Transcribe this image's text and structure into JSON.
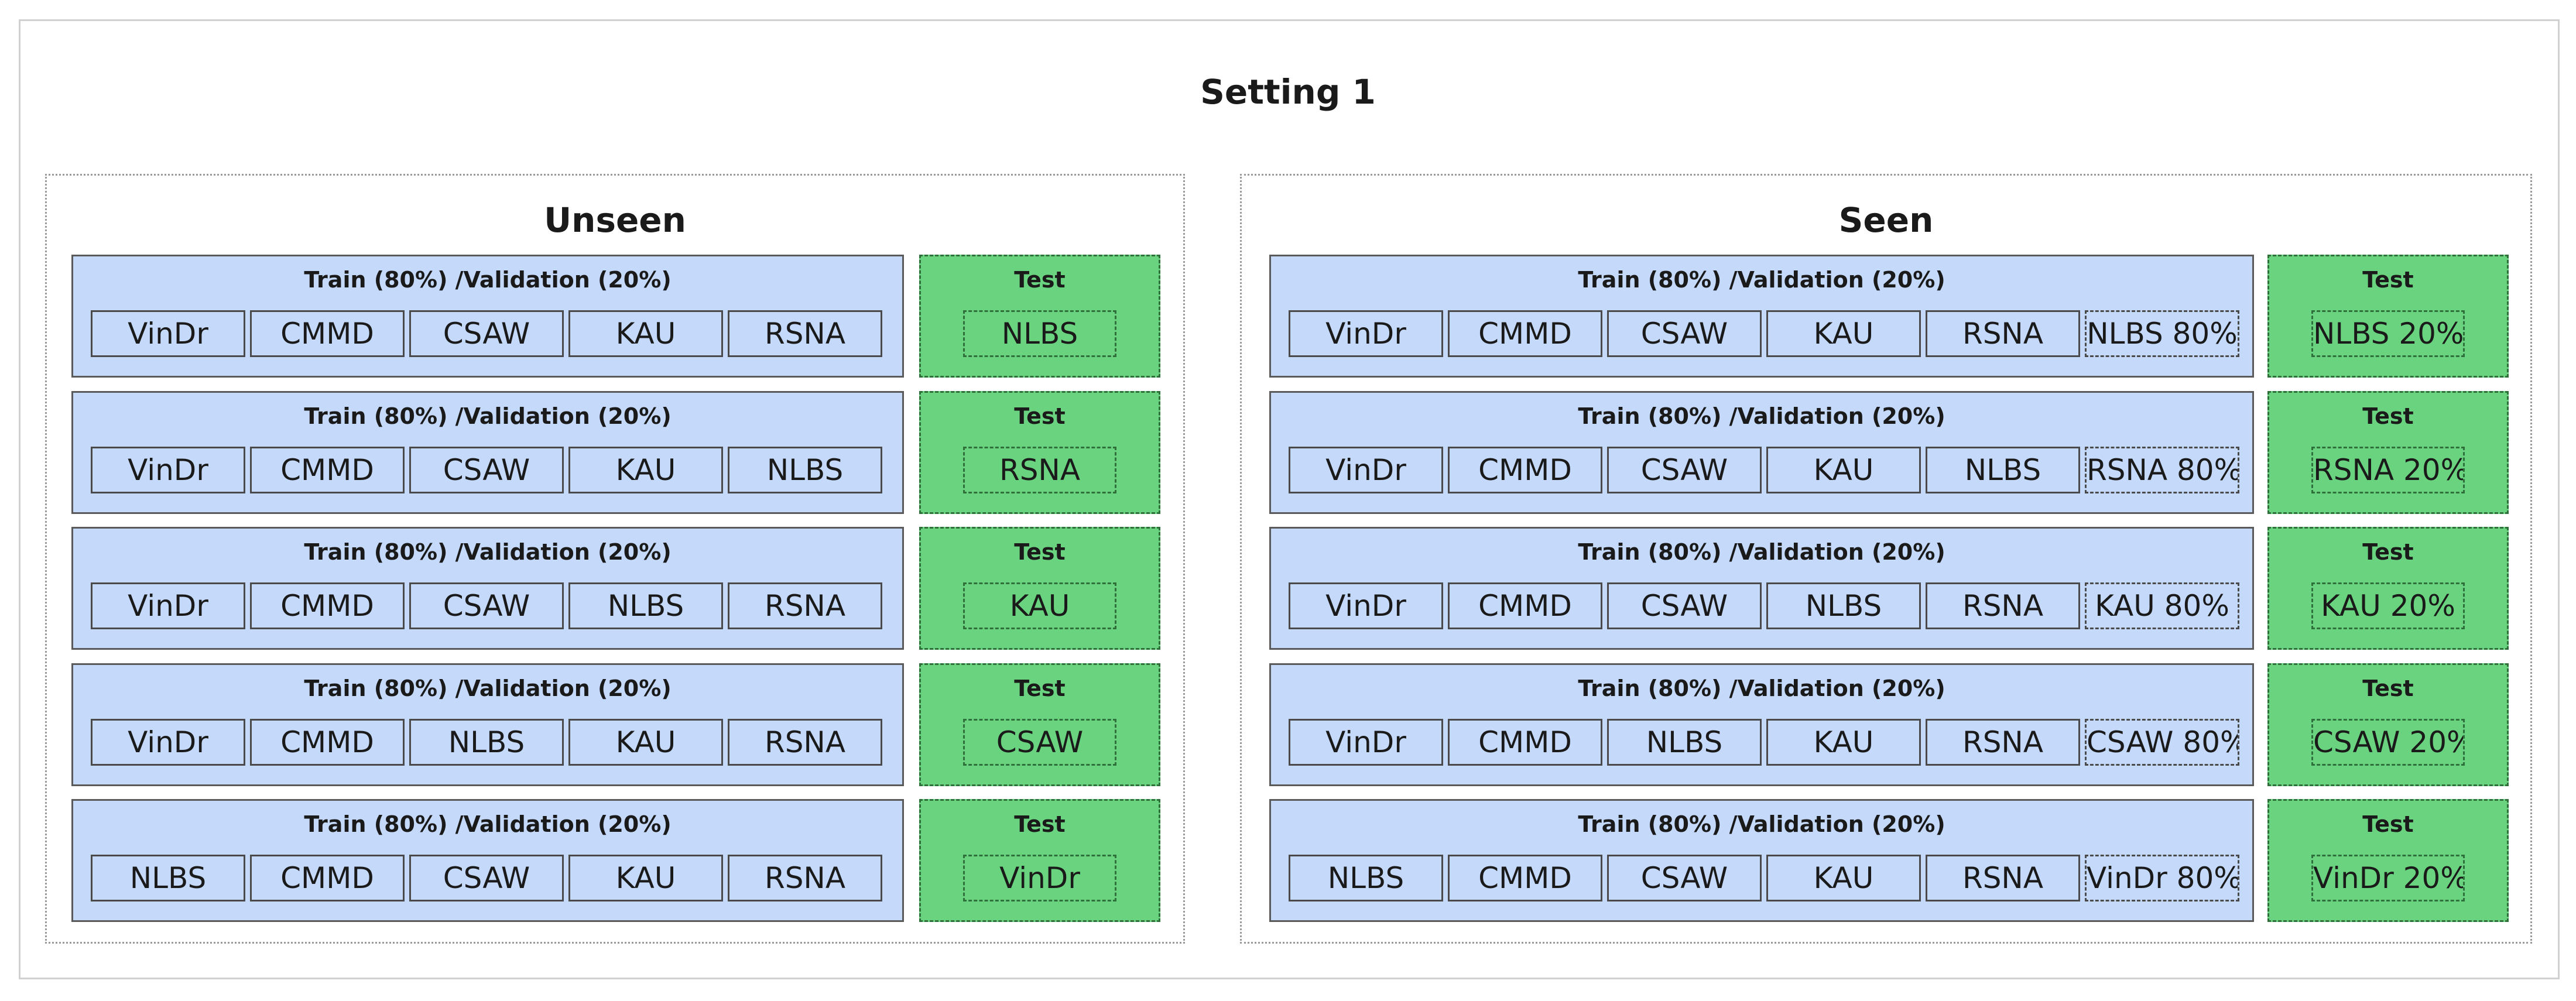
{
  "title": "Setting 1",
  "panels": [
    {
      "title": "Unseen",
      "rows": [
        {
          "train_label": "Train (80%) /Validation (20%)",
          "train": [
            "VinDr",
            "CMMD",
            "CSAW",
            "KAU",
            "RSNA"
          ],
          "test_label": "Test",
          "test": "NLBS"
        },
        {
          "train_label": "Train (80%) /Validation (20%)",
          "train": [
            "VinDr",
            "CMMD",
            "CSAW",
            "KAU",
            "NLBS"
          ],
          "test_label": "Test",
          "test": "RSNA"
        },
        {
          "train_label": "Train (80%) /Validation (20%)",
          "train": [
            "VinDr",
            "CMMD",
            "CSAW",
            "NLBS",
            "RSNA"
          ],
          "test_label": "Test",
          "test": "KAU"
        },
        {
          "train_label": "Train (80%) /Validation (20%)",
          "train": [
            "VinDr",
            "CMMD",
            "NLBS",
            "KAU",
            "RSNA"
          ],
          "test_label": "Test",
          "test": "CSAW"
        },
        {
          "train_label": "Train (80%) /Validation (20%)",
          "train": [
            "NLBS",
            "CMMD",
            "CSAW",
            "KAU",
            "RSNA"
          ],
          "test_label": "Test",
          "test": "VinDr"
        }
      ]
    },
    {
      "title": "Seen",
      "rows": [
        {
          "train_label": "Train (80%) /Validation (20%)",
          "train": [
            "VinDr",
            "CMMD",
            "CSAW",
            "KAU",
            "RSNA"
          ],
          "held": "NLBS 80%",
          "test_label": "Test",
          "test": "NLBS 20%"
        },
        {
          "train_label": "Train (80%) /Validation (20%)",
          "train": [
            "VinDr",
            "CMMD",
            "CSAW",
            "KAU",
            "NLBS"
          ],
          "held": "RSNA 80%",
          "test_label": "Test",
          "test": "RSNA 20%"
        },
        {
          "train_label": "Train (80%) /Validation (20%)",
          "train": [
            "VinDr",
            "CMMD",
            "CSAW",
            "NLBS",
            "RSNA"
          ],
          "held": "KAU 80%",
          "test_label": "Test",
          "test": "KAU 20%"
        },
        {
          "train_label": "Train (80%) /Validation (20%)",
          "train": [
            "VinDr",
            "CMMD",
            "NLBS",
            "KAU",
            "RSNA"
          ],
          "held": "CSAW 80%",
          "test_label": "Test",
          "test": "CSAW 20%"
        },
        {
          "train_label": "Train (80%) /Validation (20%)",
          "train": [
            "NLBS",
            "CMMD",
            "CSAW",
            "KAU",
            "RSNA"
          ],
          "held": "VinDr 80%",
          "test_label": "Test",
          "test": "VinDr 20%"
        }
      ]
    }
  ],
  "colors": {
    "train_fill": "#c5d9fa",
    "test_fill": "#6ad37f",
    "train_border": "#5a5a5a",
    "test_border": "#2f6f3a"
  }
}
